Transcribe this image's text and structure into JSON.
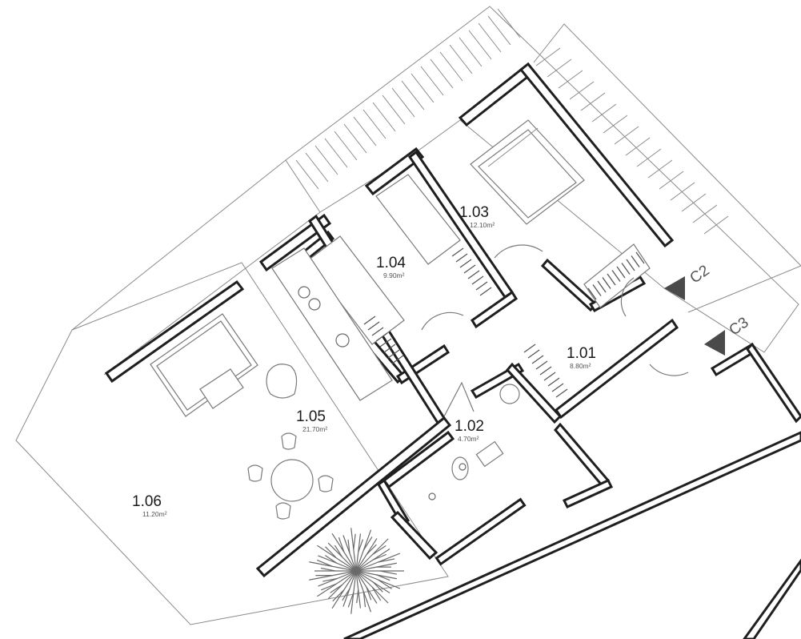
{
  "rooms": [
    {
      "number": "1.01",
      "area": "8.80m²"
    },
    {
      "number": "1.02",
      "area": "4.70m²"
    },
    {
      "number": "1.03",
      "area": "12.10m²"
    },
    {
      "number": "1.04",
      "area": "9.90m²"
    },
    {
      "number": "1.05",
      "area": "21.70m²"
    },
    {
      "number": "1.06",
      "area": "11.20m²"
    }
  ],
  "section_markers": [
    {
      "label": "C2"
    },
    {
      "label": "C3"
    }
  ],
  "colors": {
    "wall": "#1f1f1f",
    "line": "#8a8a8a",
    "marker": "#4a4a4a"
  }
}
